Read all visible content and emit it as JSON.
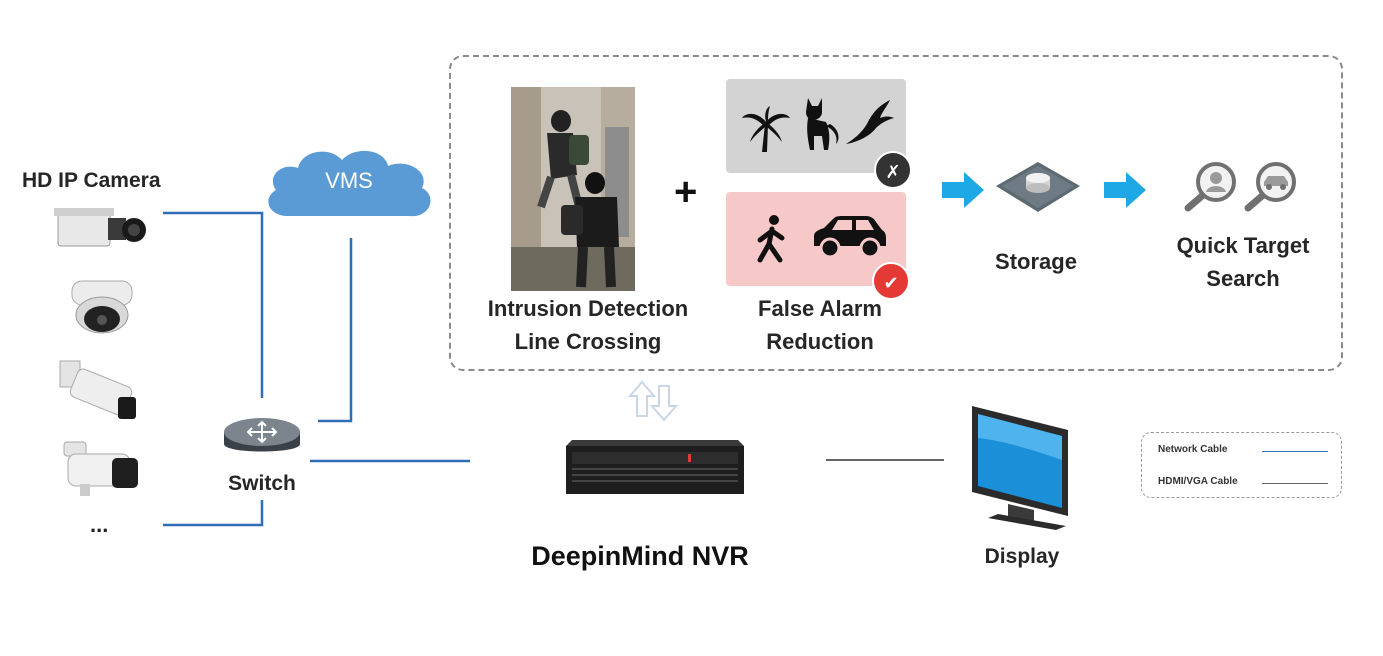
{
  "labels": {
    "hd_ip_camera": "HD IP Camera",
    "vms": "VMS",
    "switch": "Switch",
    "intrusion_line1": "Intrusion Detection",
    "intrusion_line2": "Line Crossing",
    "false_alarm_line1": "False Alarm",
    "false_alarm_line2": "Reduction",
    "storage": "Storage",
    "quick_line1": "Quick Target",
    "quick_line2": "Search",
    "nvr": "DeepinMind NVR",
    "display": "Display",
    "ellipsis": "...",
    "plus": "+"
  },
  "badges": {
    "reject": "✗",
    "accept": "✔"
  },
  "legend": {
    "network": "Network Cable",
    "hdmi": "HDMI/VGA Cable"
  },
  "colors": {
    "network_cable": "#2f6fb5",
    "hdmi_cable": "#666666",
    "vms_cloud": "#5b9bd5",
    "arrow_blue": "#1ea8e6",
    "reject_badge": "#333333",
    "accept_badge": "#e53935",
    "grey_box": "#d3d3d3",
    "pink_box": "#f7c8c8"
  },
  "icons": [
    "camera-box-icon",
    "camera-dome-icon",
    "camera-bullet-icon",
    "camera-bullet2-icon",
    "switch-icon",
    "vms-cloud-icon",
    "palm-tree-icon",
    "cat-icon",
    "bird-icon",
    "pedestrian-icon",
    "car-icon",
    "storage-icon",
    "person-search-icon",
    "vehicle-search-icon",
    "nvr-device-icon",
    "monitor-icon",
    "bidirectional-arrow-icon"
  ]
}
